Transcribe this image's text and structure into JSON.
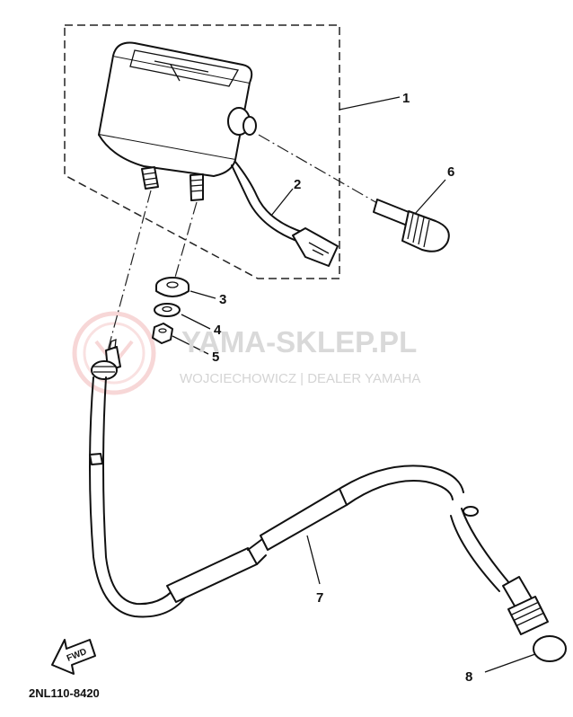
{
  "watermark": {
    "brand": "YAMA-SKLEP.PL",
    "dealer": "WOJCIECHOWICZ | DEALER YAMAHA"
  },
  "callouts": [
    {
      "id": "1",
      "label": "1"
    },
    {
      "id": "2",
      "label": "2"
    },
    {
      "id": "3",
      "label": "3"
    },
    {
      "id": "4",
      "label": "4"
    },
    {
      "id": "5",
      "label": "5"
    },
    {
      "id": "6",
      "label": "6"
    },
    {
      "id": "7",
      "label": "7"
    },
    {
      "id": "8",
      "label": "8"
    }
  ],
  "direction_arrow": "FWD",
  "diagram_code": "2NL110-8420",
  "colors": {
    "line": "#111111",
    "watermark": "#d9d9d9",
    "watermark_logo": "#f2c4c4"
  }
}
